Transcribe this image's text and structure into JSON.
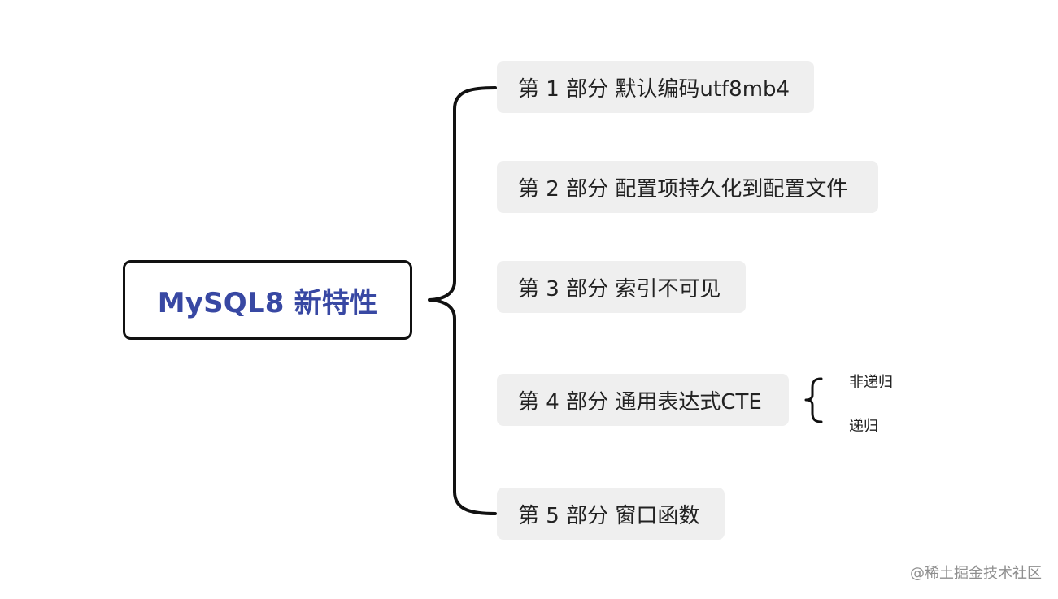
{
  "root": {
    "title": "MySQL8 新特性"
  },
  "branches": [
    {
      "label": "第 1 部分 默认编码utf8mb4"
    },
    {
      "label": "第 2 部分 配置项持久化到配置文件"
    },
    {
      "label": "第 3 部分 索引不可见"
    },
    {
      "label": "第 4 部分 通用表达式CTE"
    },
    {
      "label": "第 5 部分 窗口函数"
    }
  ],
  "cte_children": [
    {
      "label": "非递归"
    },
    {
      "label": "递归"
    }
  ],
  "watermark": "@稀土掘金技术社区",
  "colors": {
    "root_text": "#3848a3",
    "branch_bg": "#efefef",
    "line": "#111111"
  }
}
